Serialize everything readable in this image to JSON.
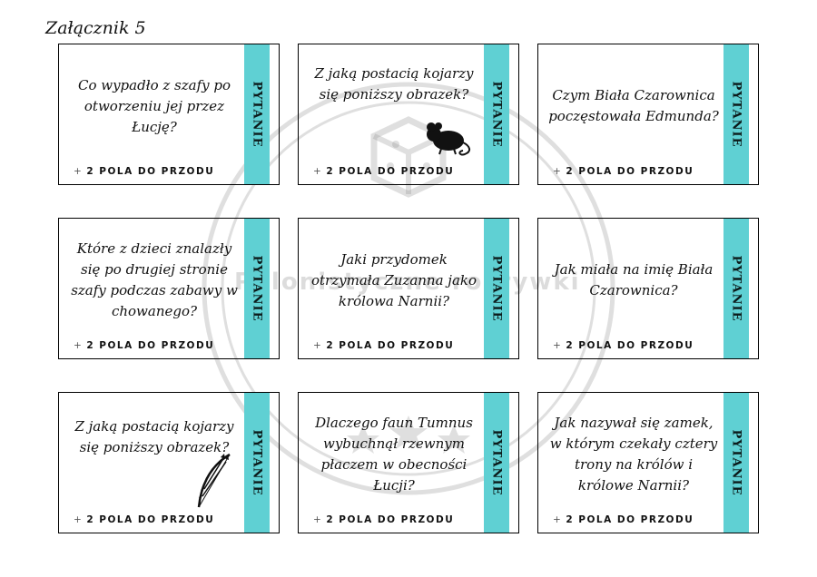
{
  "title": "Załącznik 5",
  "watermark": "Polonistyczne rozrywki",
  "cards": [
    {
      "question": "Co wypadło z szafy po otworzeniu jej przez Łucję?",
      "label": "PYTANIE",
      "reward": "2 POLA DO PRZODU",
      "icon": "none"
    },
    {
      "question": "Z jaką postacią kojarzy się poniższy obrazek?",
      "label": "PYTANIE",
      "reward": "2 POLA DO PRZODU",
      "icon": "mouse-icon"
    },
    {
      "question": "Czym Biała Czarownica poczęstowała Edmunda?",
      "label": "PYTANIE",
      "reward": "2 POLA DO PRZODU",
      "icon": "none"
    },
    {
      "question": "Które z dzieci znalazły się po drugiej stronie szafy podczas zabawy w chowanego?",
      "label": "PYTANIE",
      "reward": "2 POLA DO PRZODU",
      "icon": "none"
    },
    {
      "question": "Jaki przydomek otrzymała Zuzanna jako królowa Narnii?",
      "label": "PYTANIE",
      "reward": "2 POLA DO PRZODU",
      "icon": "none"
    },
    {
      "question": "Jak miała na imię Biała Czarownica?",
      "label": "PYTANIE",
      "reward": "2 POLA DO PRZODU",
      "icon": "none"
    },
    {
      "question": "Z jaką postacią kojarzy się poniższy obrazek?",
      "label": "PYTANIE",
      "reward": "2 POLA DO PRZODU",
      "icon": "bow-and-arrows-icon"
    },
    {
      "question": "Dlaczego faun Tumnus wybuchnął rzewnym płaczem w obecności Łucji?",
      "label": "PYTANIE",
      "reward": "2 POLA DO PRZODU",
      "icon": "none"
    },
    {
      "question": "Jak nazywał się zamek, w którym czekały cztery trony na królów i królowe Narnii?",
      "label": "PYTANIE",
      "reward": "2 POLA DO PRZODU",
      "icon": "none"
    }
  ],
  "colors": {
    "strip": "#5fd0d3",
    "border": "#000000"
  }
}
